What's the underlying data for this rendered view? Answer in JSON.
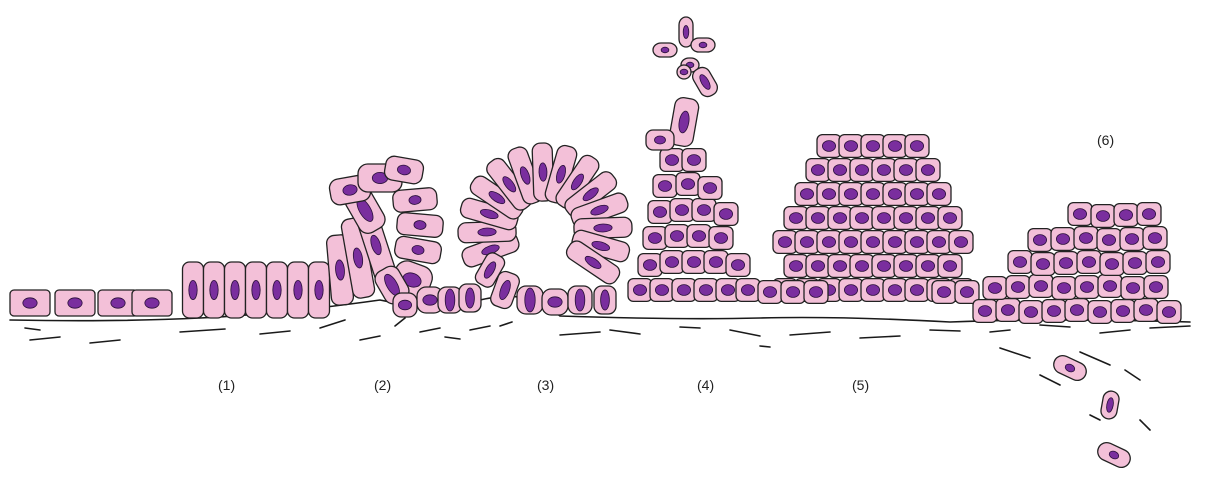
{
  "labels": [
    "(1)",
    "(2)",
    "(3)",
    "(4)",
    "(5)",
    "(6)"
  ]
}
